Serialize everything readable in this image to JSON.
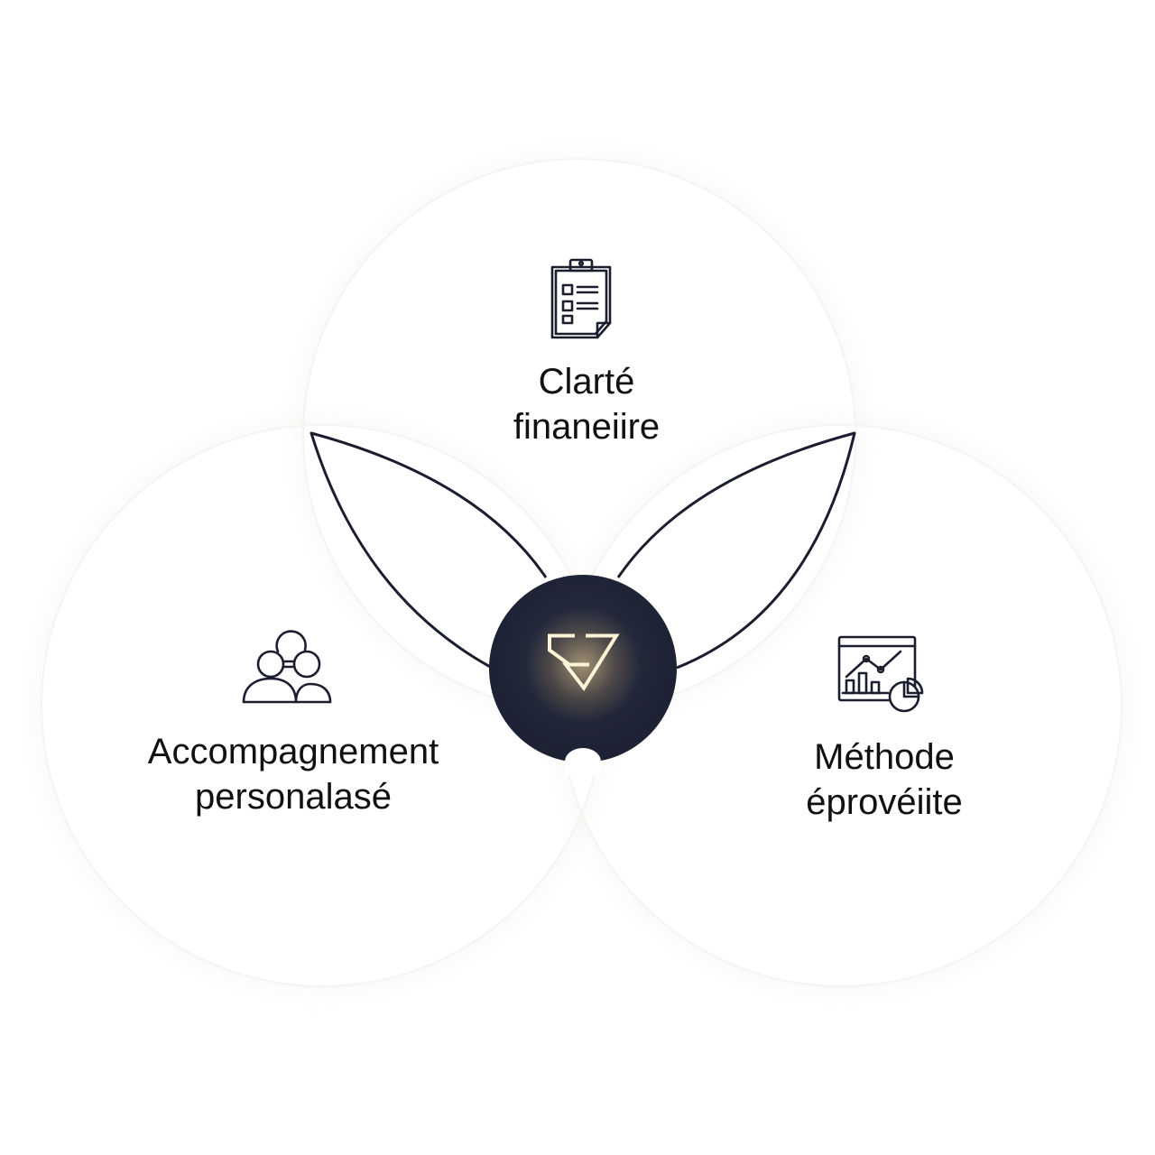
{
  "diagram": {
    "center": {
      "icon": "stylized-s-triangle-logo",
      "glow_color": "#f7d58c",
      "fill_color": "#1f2436"
    },
    "nodes": [
      {
        "id": "top",
        "icon": "clipboard-checklist-icon",
        "lines": [
          "Clarté",
          "finaneiire"
        ]
      },
      {
        "id": "left",
        "icon": "people-conversation-icon",
        "lines": [
          "Accompagnement",
          "personalasé"
        ]
      },
      {
        "id": "right",
        "icon": "analytics-chart-icon",
        "lines": [
          "Méthode",
          "éprovéiite"
        ]
      }
    ],
    "colors": {
      "stroke": "#1a1e2e",
      "text": "#111111",
      "background": "#ffffff"
    }
  }
}
